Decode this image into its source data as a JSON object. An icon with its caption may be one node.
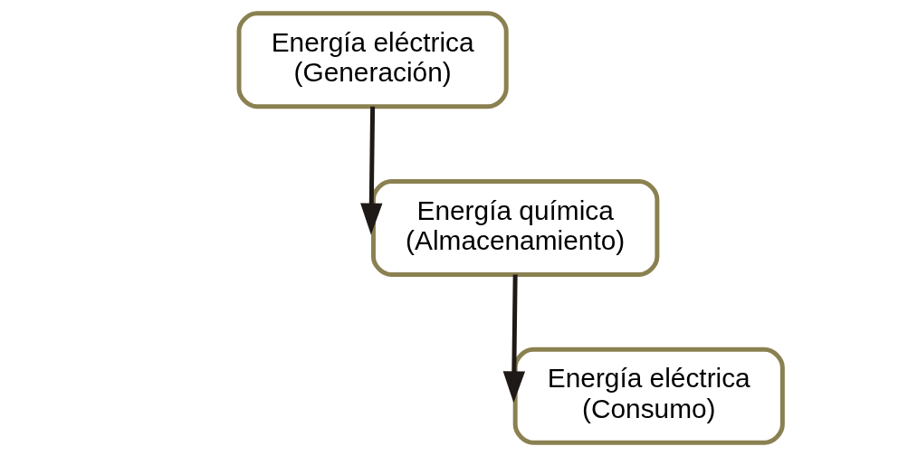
{
  "diagram": {
    "nodes": [
      {
        "text": [
          "Energía eléctrica (Generación)"
        ]
      },
      {
        "text": [
          "Energía química (Almacenamiento)"
        ]
      },
      {
        "text": [
          "Energía eléctrica (Consumo)"
        ]
      }
    ],
    "edges": [
      {
        "from": 0,
        "to": 1,
        "arrow": "to"
      },
      {
        "from": 1,
        "to": 2,
        "arrow": "to"
      }
    ]
  }
}
